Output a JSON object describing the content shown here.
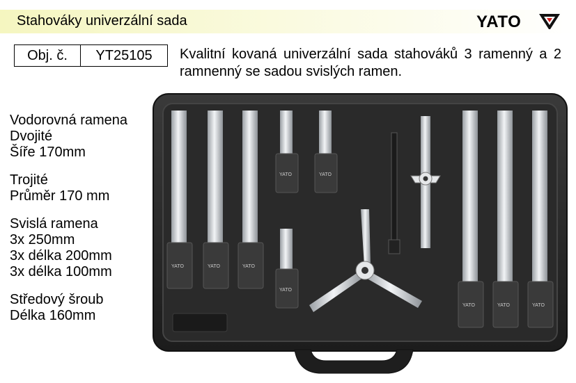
{
  "header": {
    "title": "Stahováky univerzální sada",
    "brand": "YATO"
  },
  "product": {
    "obj_label": "Obj. č.",
    "obj_number": "YT25105",
    "description": "Kvalitní kovaná univerzální sada stahováků 3 ramenný a 2 ramnenný se sadou svislých ramen."
  },
  "specs": [
    [
      "Vodorovná ramena",
      "Dvojité",
      "Šíře 170mm"
    ],
    [
      "Trojité",
      "Průměr 170 mm"
    ],
    [
      "Svislá ramena",
      "3x 250mm",
      "3x délka 200mm",
      "3x délka 100mm"
    ],
    [
      "Středový šroub",
      "Délka 160mm"
    ]
  ],
  "image": {
    "case_color": "#2b2b2b",
    "tool_color": "#d6d9dc",
    "jaw_label": "YATO"
  }
}
